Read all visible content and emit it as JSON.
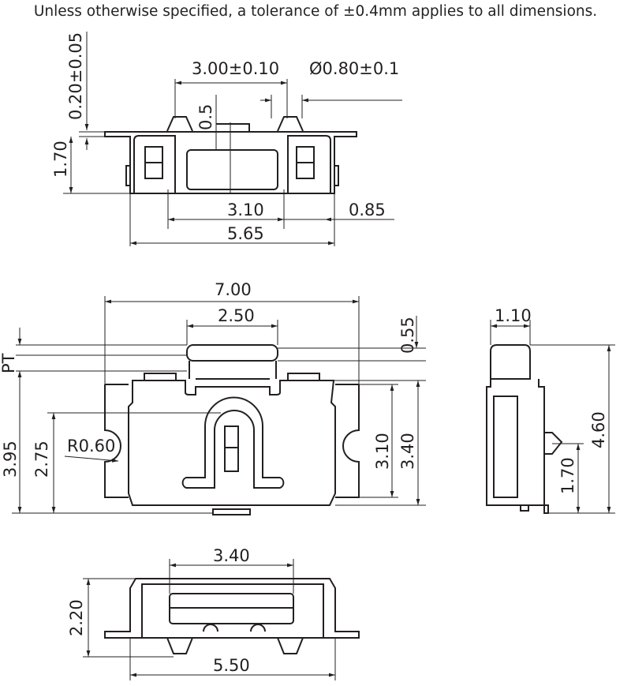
{
  "note": "Unless otherwise specified, a tolerance of ±0.4mm applies to all dimensions.",
  "top_view": {
    "dim_tab": "0.20±0.05",
    "dim_height": "1.70",
    "dim_pin_pitch": "3.00±0.10",
    "dim_pin_dia": "Ø0.80±0.1",
    "dim_pin_h": "0.5",
    "dim_inner": "3.10",
    "dim_side": "0.85",
    "dim_width": "5.65"
  },
  "front_view": {
    "dim_total": "7.00",
    "dim_button": "2.50",
    "dim_travel": "0.55",
    "label_pt": "PT",
    "dim_h1": "3.95",
    "dim_h2": "2.75",
    "dim_radius": "R0.60",
    "dim_h3": "3.10",
    "dim_h4": "3.40"
  },
  "side_view": {
    "dim_button": "1.10",
    "dim_total": "4.60",
    "dim_pin": "1.70"
  },
  "bottom_view": {
    "dim_button": "3.40",
    "dim_height": "2.20",
    "dim_width": "5.50"
  }
}
